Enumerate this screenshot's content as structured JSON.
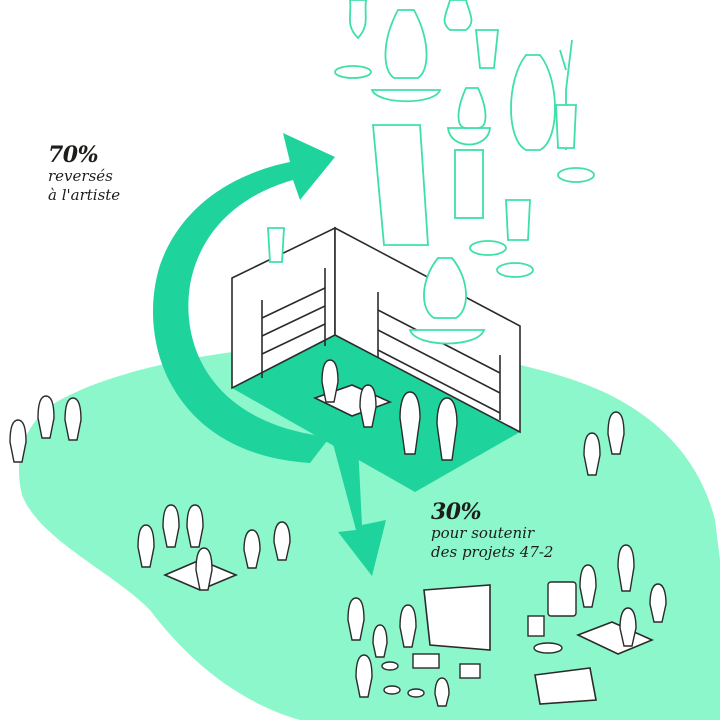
{
  "labels": {
    "artist": {
      "percent": "70%",
      "line1": "reversés",
      "line2": "à l'artiste"
    },
    "projects": {
      "percent": "30%",
      "line1": "pour soutenir",
      "line2": "des projets 47-2"
    }
  },
  "colors": {
    "ground": "#8cf7cb",
    "arrow": "#1ed39c",
    "floor": "#1ed39c",
    "objects": "#3ee0a6",
    "ink": "#2b2b2b",
    "text": "#1d1d1b"
  }
}
